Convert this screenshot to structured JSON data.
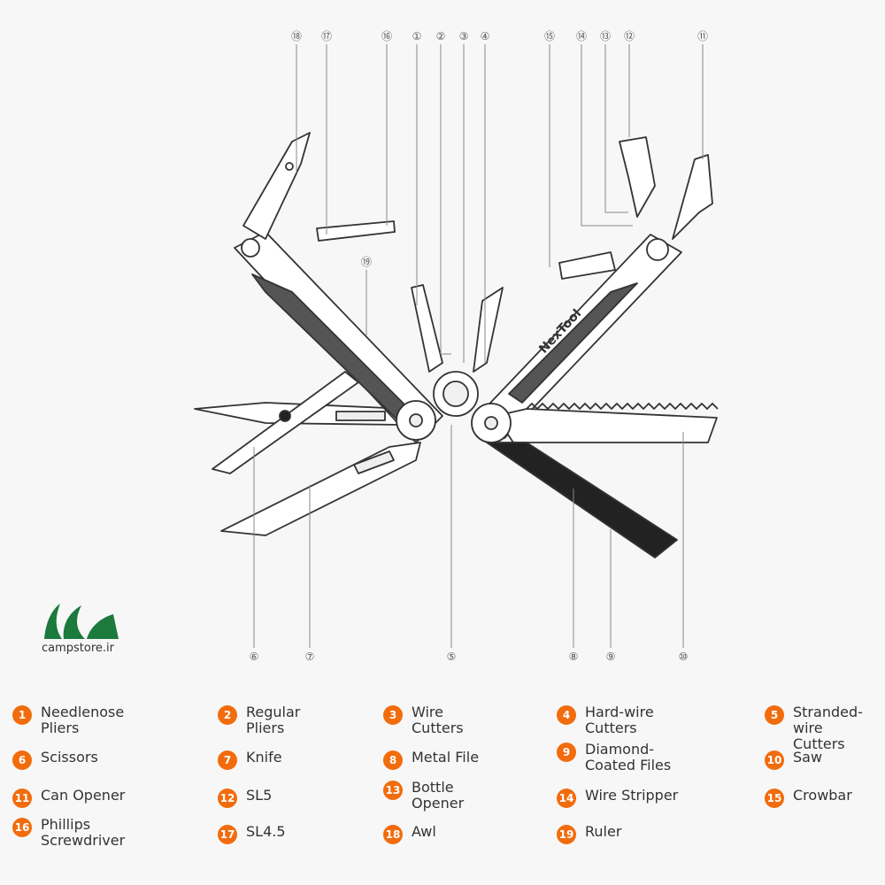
{
  "brand": {
    "logo_text": "campstore.ir",
    "accent": "#f26c0d",
    "logo_color": "#1b7a3c"
  },
  "callouts": {
    "n1": "①",
    "n2": "②",
    "n3": "③",
    "n4": "④",
    "n5": "⑤",
    "n6": "⑥",
    "n7": "⑦",
    "n8": "⑧",
    "n9": "⑨",
    "n10": "⑩",
    "n11": "⑪",
    "n12": "⑫",
    "n13": "⑬",
    "n14": "⑭",
    "n15": "⑮",
    "n16": "⑯",
    "n17": "⑰",
    "n18": "⑱",
    "n19": "⑲"
  },
  "tool_brand": "NexTool",
  "legend": [
    {
      "num": "1",
      "label": "Needlenose\nPliers"
    },
    {
      "num": "2",
      "label": "Regular\nPliers"
    },
    {
      "num": "3",
      "label": "Wire\nCutters"
    },
    {
      "num": "4",
      "label": "Hard-wire\nCutters"
    },
    {
      "num": "5",
      "label": "Stranded-wire\nCutters"
    },
    {
      "num": "6",
      "label": "Scissors"
    },
    {
      "num": "7",
      "label": "Knife"
    },
    {
      "num": "8",
      "label": "Metal File"
    },
    {
      "num": "9",
      "label": "Diamond-\nCoated Files"
    },
    {
      "num": "10",
      "label": "Saw"
    },
    {
      "num": "11",
      "label": "Can Opener"
    },
    {
      "num": "12",
      "label": "SL5"
    },
    {
      "num": "13",
      "label": "Bottle\nOpener"
    },
    {
      "num": "14",
      "label": "Wire Stripper"
    },
    {
      "num": "15",
      "label": "Crowbar"
    },
    {
      "num": "16",
      "label": "Phillips\nScrewdriver"
    },
    {
      "num": "17",
      "label": "SL4.5"
    },
    {
      "num": "18",
      "label": "Awl"
    },
    {
      "num": "19",
      "label": "Ruler"
    }
  ]
}
